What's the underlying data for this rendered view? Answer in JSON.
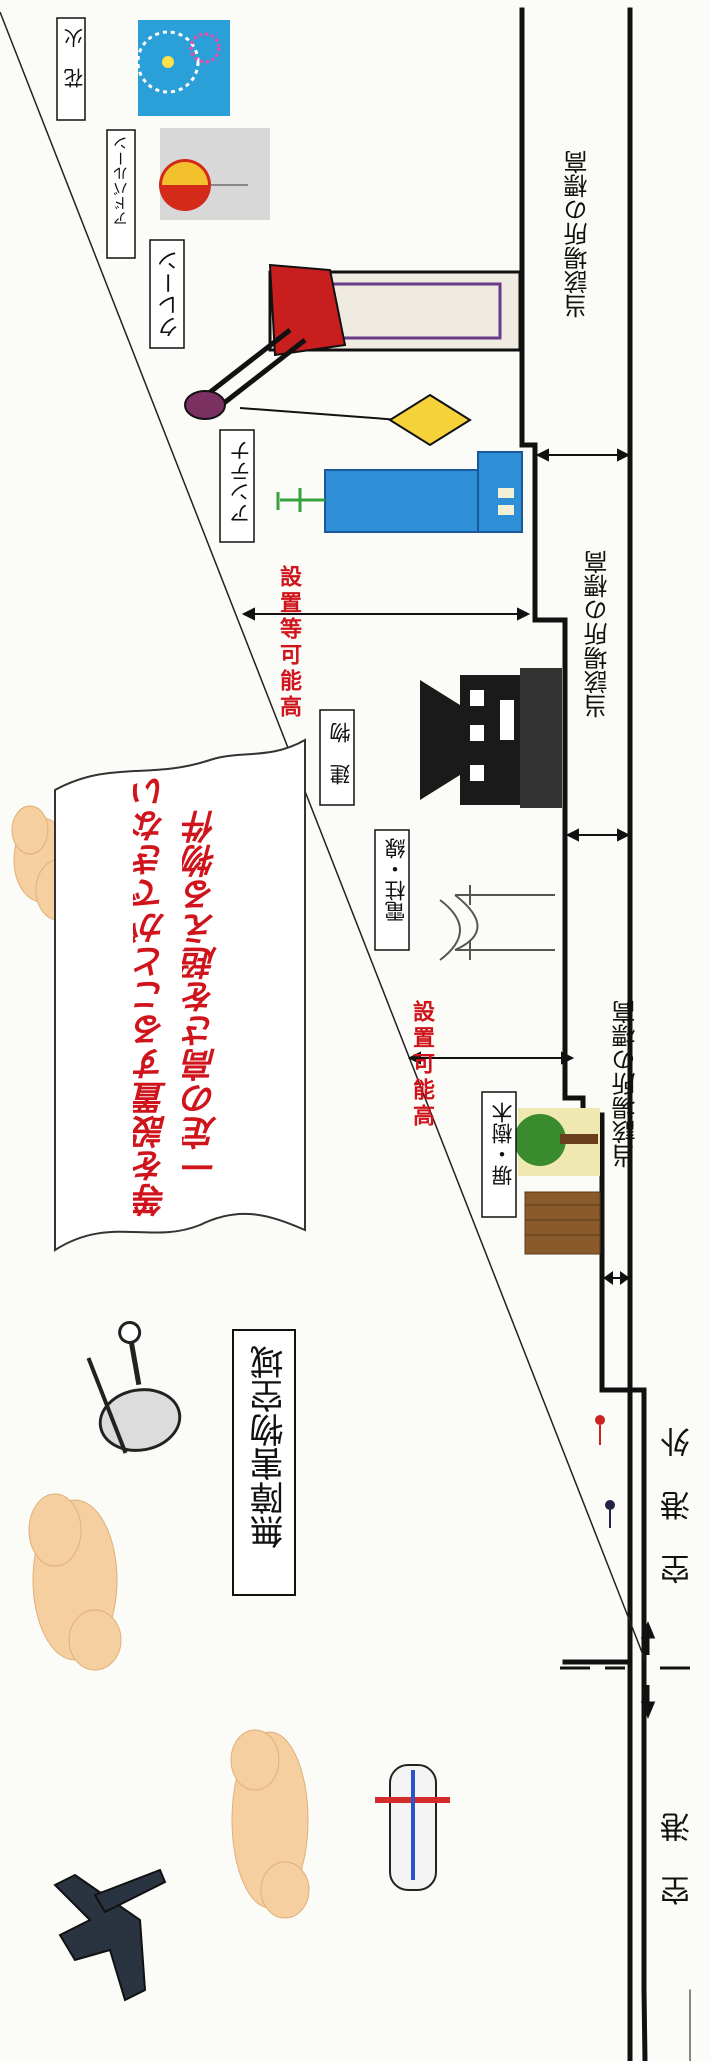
{
  "labels": {
    "fireworks": "花　火",
    "adballoon": "アドバルーン",
    "crane": "クレーン",
    "antenna": "アンテナ",
    "building": "建　物",
    "pole": "電柱・線",
    "wall_tree": "塀・樹木",
    "airspace": "無障害物空域",
    "airport_outside": "空 港 外",
    "airport": "空 港",
    "elevation_1": "当該場所の標高",
    "elevation_2": "当該場所の標高",
    "elevation_3": "当該場所の標高",
    "installable_height": "設置可能高",
    "installable_height_etc": "設置等可能高"
  },
  "banner": {
    "line1": "一定の高さを超える物件",
    "line2": "等を設置することができない"
  },
  "colors": {
    "red_text": "#d0141c",
    "cloud": "#f5cfa0",
    "building_blue": "#2f8fd6",
    "crane_red": "#c81e1e",
    "tree_green": "#3a8a2e",
    "wall_brown": "#8b5a2b"
  }
}
